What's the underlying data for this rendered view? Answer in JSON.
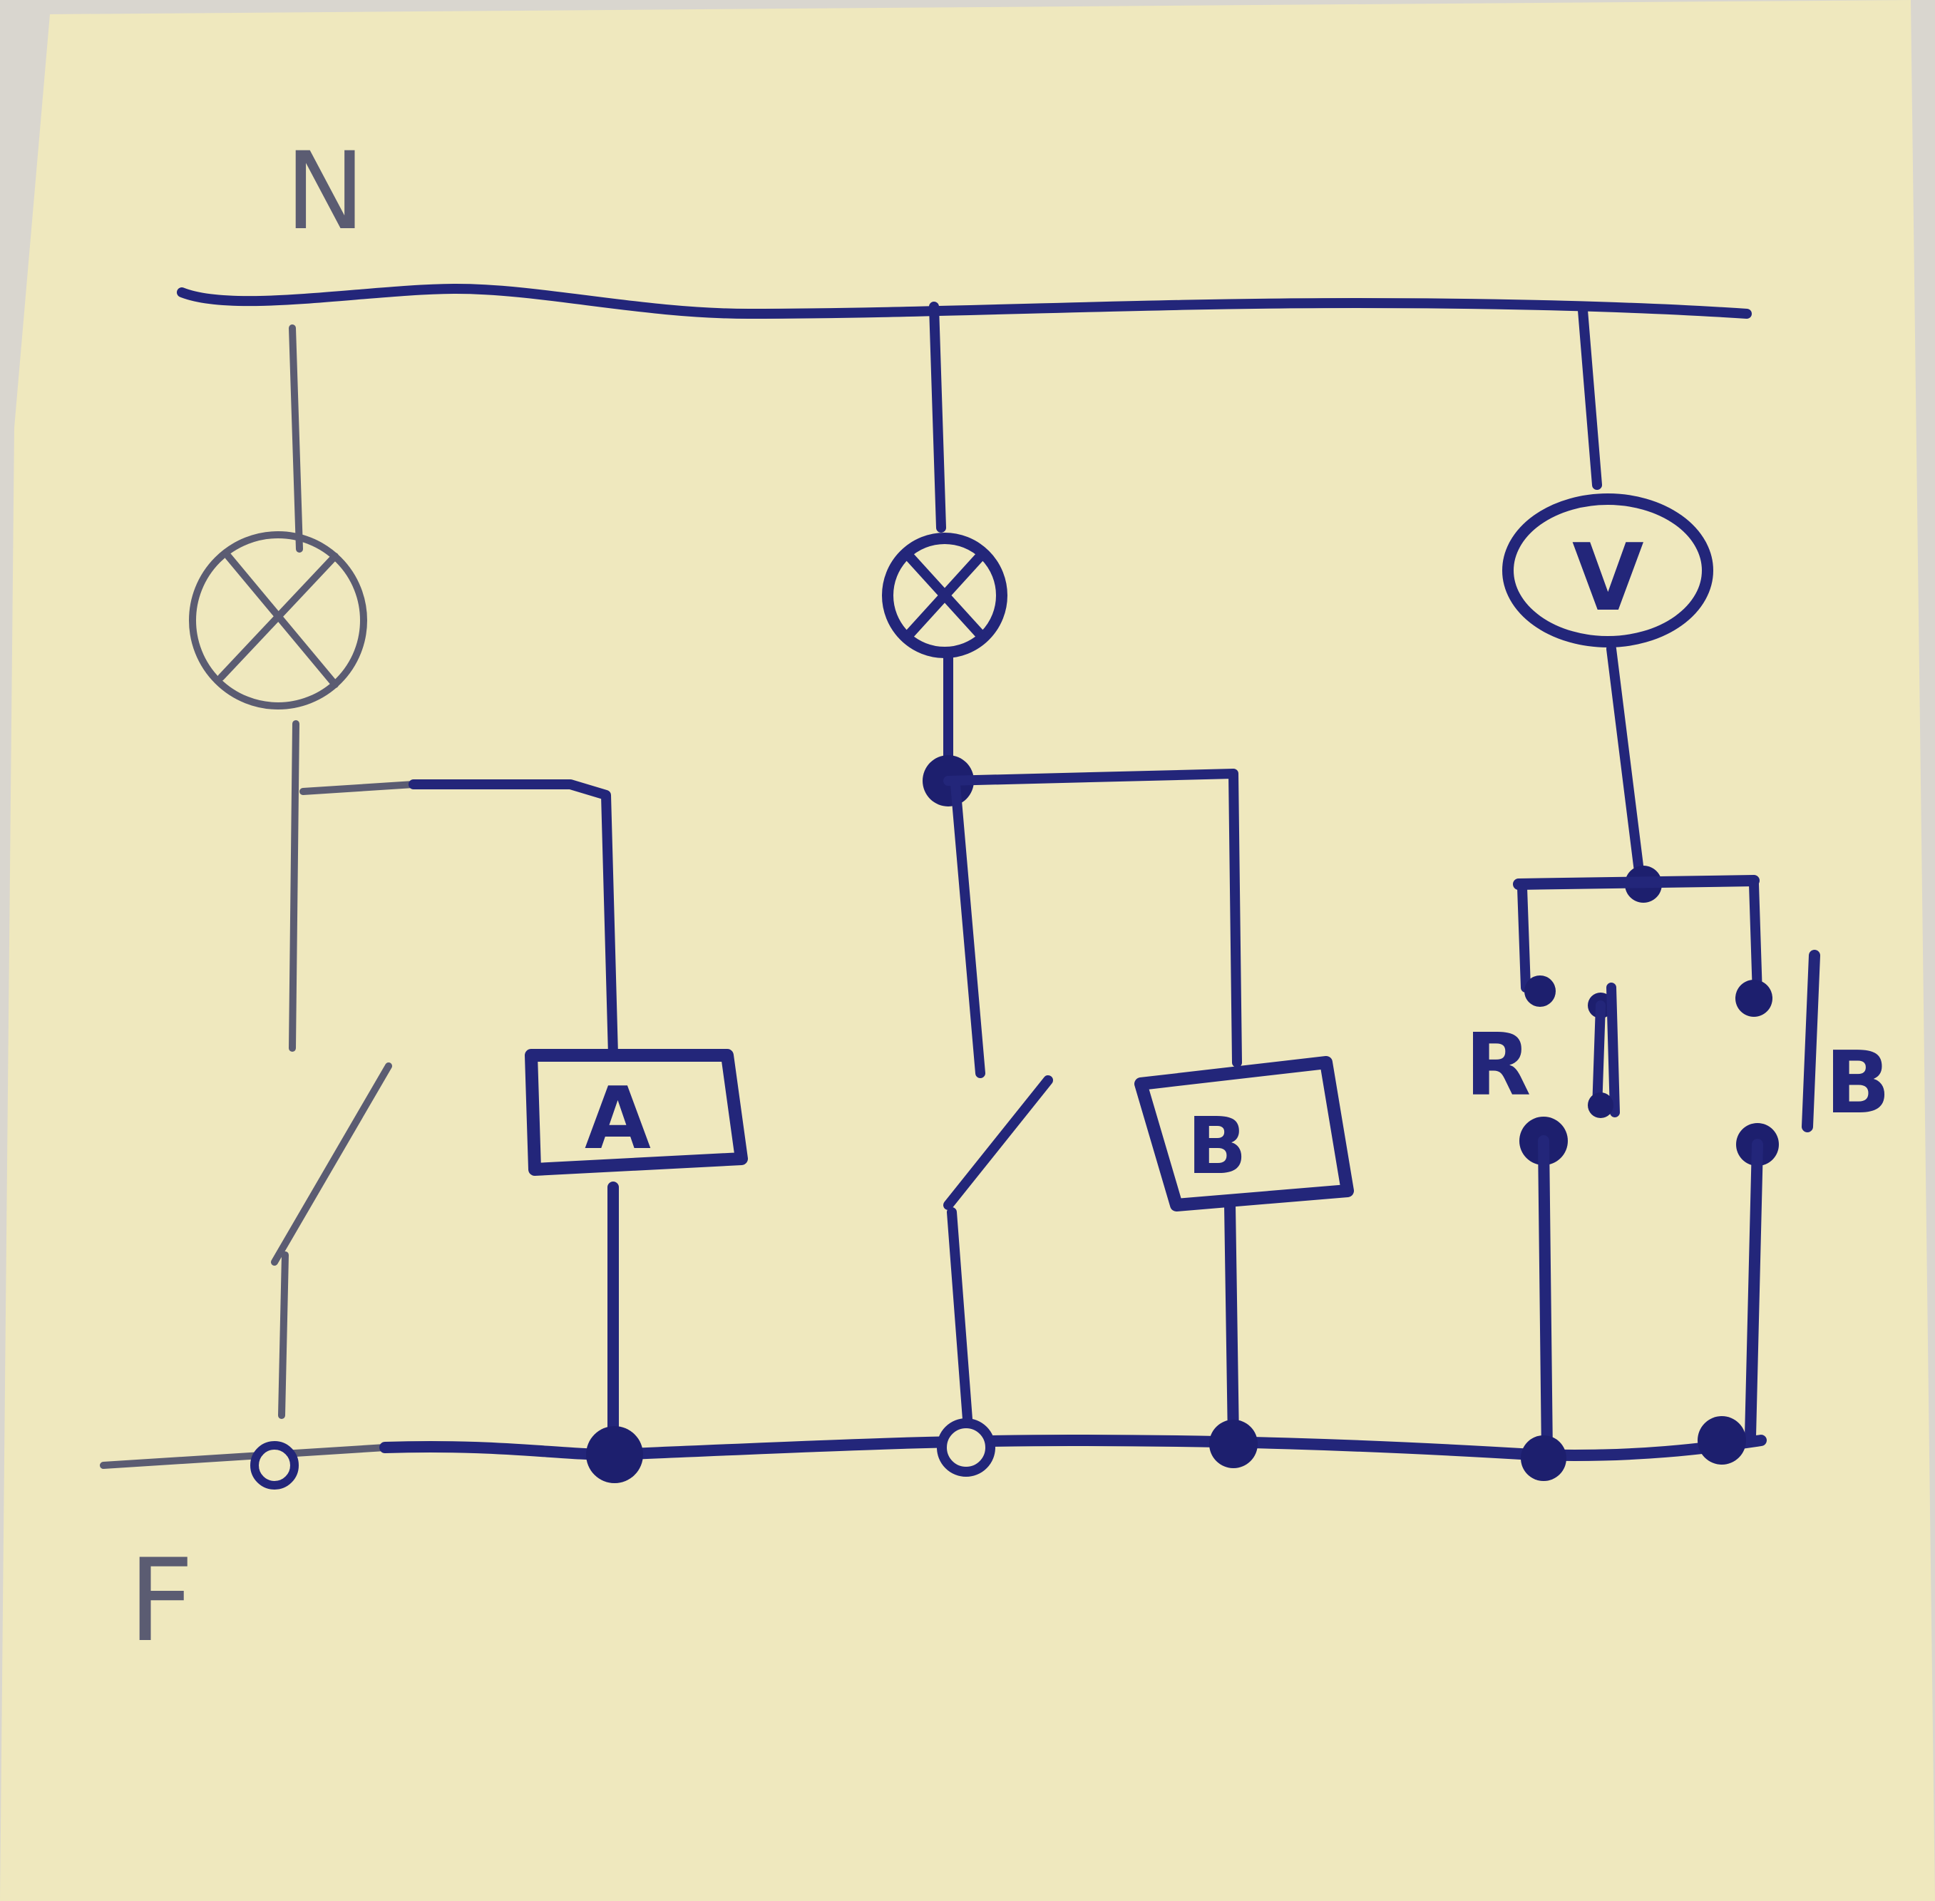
{
  "diagram": {
    "rails": {
      "neutral_label": "N",
      "phase_label": "F"
    },
    "relays": [
      {
        "id": "relay-a",
        "label": "A"
      },
      {
        "id": "relay-b",
        "label": "B"
      }
    ],
    "meters": [
      {
        "id": "voltmeter",
        "label": "V"
      }
    ],
    "selector_contacts": [
      {
        "id": "contact-r",
        "label": "R"
      },
      {
        "id": "contact-b",
        "label": "B"
      }
    ],
    "colors": {
      "paper": "#efe8be",
      "ink": "#23267a",
      "pencil": "#5b5c72"
    }
  }
}
